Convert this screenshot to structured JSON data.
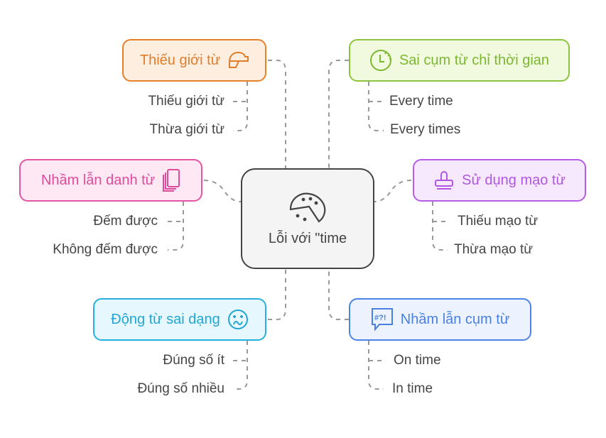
{
  "center": {
    "label": "Lỗi với \"time",
    "icon": "pie-chart-icon"
  },
  "branches": [
    {
      "label": "Thiếu giới từ",
      "icon": "cap-icon",
      "color": "#e07d2a",
      "children": [
        "Thiếu giới từ",
        "Thừa giới từ"
      ]
    },
    {
      "label": "Sai cụm từ chỉ thời gian",
      "icon": "timer-icon",
      "color": "#7cb82f",
      "children": [
        "Every time",
        "Every times"
      ]
    },
    {
      "label": "Nhầm lẫn danh từ",
      "icon": "copy-icon",
      "color": "#de4b9c",
      "children": [
        "Đếm được",
        "Không đếm được"
      ]
    },
    {
      "label": "Sử dụng mạo từ",
      "icon": "stamp-icon",
      "color": "#b157e0",
      "children": [
        "Thiếu mạo từ",
        "Thừa mạo từ"
      ]
    },
    {
      "label": "Động từ sai dạng",
      "icon": "confused-face-icon",
      "color": "#22a5d3",
      "children": [
        "Đúng số ít",
        "Đúng số nhiều"
      ]
    },
    {
      "label": "Nhầm lẫn cụm từ",
      "icon": "speech-bubble-symbols-icon",
      "color": "#4a80e0",
      "children": [
        "On time",
        "In time"
      ]
    }
  ]
}
